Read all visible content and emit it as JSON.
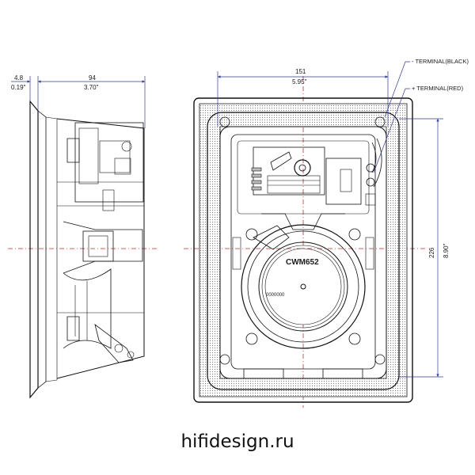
{
  "side_view": {
    "flange_mm": "4.8",
    "flange_in": "0.19\"",
    "depth_mm": "94",
    "depth_in": "3.70\""
  },
  "front_view": {
    "width_mm": "151",
    "width_in": "5.95\"",
    "height_mm": "226",
    "height_in": "8.90\"",
    "terminal_black": "- TERMINAL(BLACK)",
    "terminal_red": "+ TERMINAL(RED)",
    "model_label": "CWM652",
    "serial_label": "0000000"
  },
  "watermark": "hifidesign.ru",
  "colors": {
    "dimension_lines": "#2d3aa0",
    "center_lines": "#d42a2a",
    "ink": "#111111"
  }
}
